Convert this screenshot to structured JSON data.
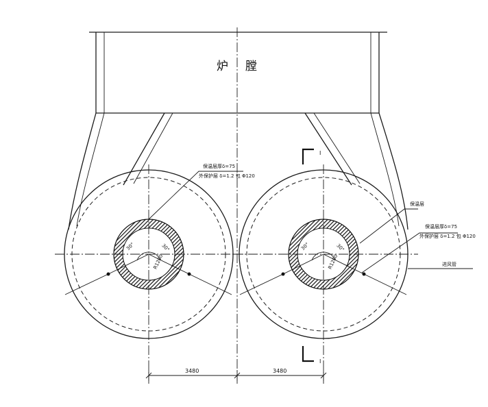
{
  "drawing": {
    "furnace_label_1": "炉",
    "furnace_label_2": "膛",
    "dimensions": {
      "left": "3480",
      "right": "3480"
    },
    "section_marks": {
      "top": "I",
      "bottom": "I"
    },
    "left_drum": {
      "leader_line_1": "保温层厚δ=75",
      "leader_line_2": "外保护层 δ=1.2 包 Φ120"
    },
    "right_drum": {
      "label_a": "保温层",
      "leader_line_1": "保温层厚δ=75",
      "leader_line_2": "外保护层 δ=1.2 包 Φ120",
      "label_b": "进风管"
    },
    "inner_labels": {
      "angle_left": "30°",
      "angle_right": "30°",
      "radius": "R1200"
    }
  }
}
